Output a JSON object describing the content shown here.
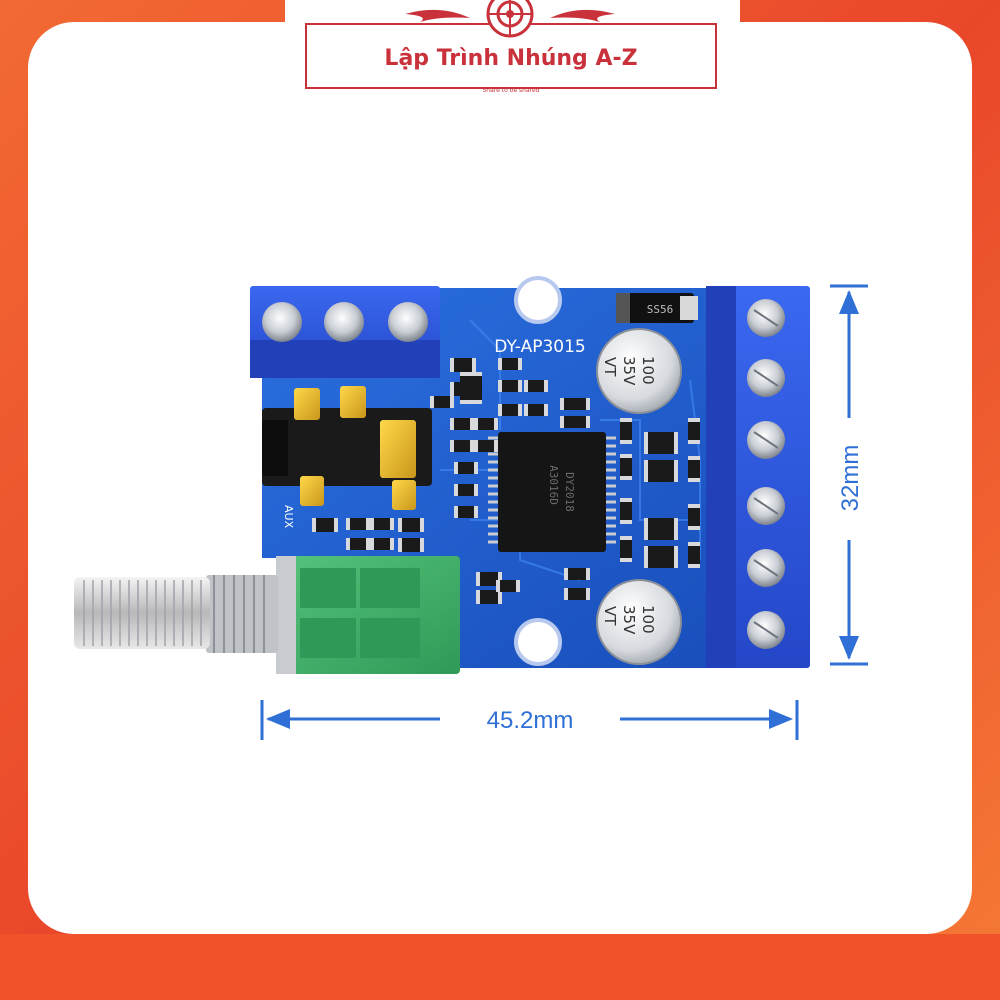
{
  "brand": {
    "title": "Lập Trình Nhúng A-Z",
    "tagline": "Share to be shared"
  },
  "board": {
    "model": "DY-AP3015",
    "aux_label": "AUX",
    "chip_lines": [
      "A3016D",
      "DY2018"
    ],
    "diode_label": "SS56",
    "capacitor_lines": [
      "VT",
      "35V",
      "100"
    ]
  },
  "dimensions": {
    "width_label": "45.2mm",
    "height_label": "32mm"
  },
  "colors": {
    "frame_orange": "#f0522a",
    "pcb_blue": "#1f5fd0",
    "terminal_blue": "#2d5ce6",
    "potentiometer_green": "#3fb56c",
    "dimension_blue": "#2f6fd6",
    "brand_red": "#c9323b"
  }
}
